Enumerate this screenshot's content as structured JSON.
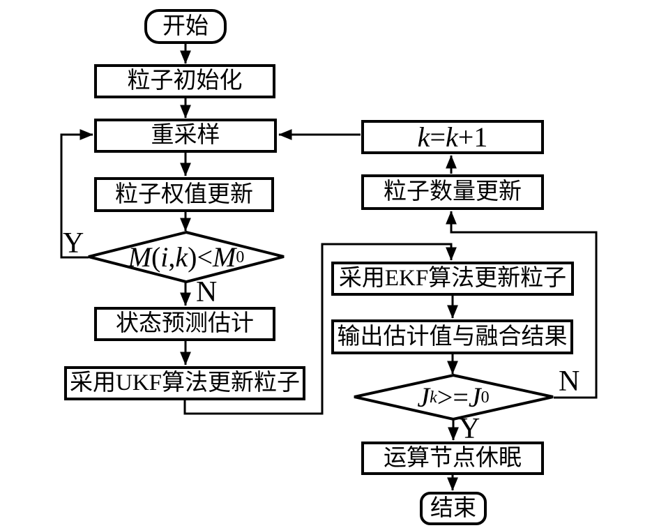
{
  "colors": {
    "ink": "#000000",
    "paper": "#ffffff"
  },
  "nodes": {
    "start": {
      "label": "开始"
    },
    "init": {
      "label": "粒子初始化"
    },
    "resample": {
      "label": "重采样"
    },
    "weight_update": {
      "label": "粒子权值更新"
    },
    "decision_resample": {
      "parts": [
        {
          "t": "M",
          "style": "it"
        },
        {
          "t": "(",
          "style": "up"
        },
        {
          "t": "i",
          "style": "it"
        },
        {
          "t": ",",
          "style": "up"
        },
        {
          "t": "k",
          "style": "it"
        },
        {
          "t": ")<",
          "style": "up"
        },
        {
          "t": "M",
          "style": "it"
        },
        {
          "t": "0",
          "style": "sub"
        }
      ]
    },
    "state_predict": {
      "label": "状态预测估计"
    },
    "ukf_update": {
      "label": "采用UKF算法更新粒子"
    },
    "k_increment": {
      "parts": [
        {
          "t": "k",
          "style": "it"
        },
        {
          "t": "=",
          "style": "up"
        },
        {
          "t": "k",
          "style": "it"
        },
        {
          "t": "+1",
          "style": "up"
        }
      ]
    },
    "particle_count_update": {
      "label": "粒子数量更新"
    },
    "ekf_update": {
      "label": "采用EKF算法更新粒子"
    },
    "output_fusion": {
      "label": "输出估计值与融合结果"
    },
    "decision_sleep": {
      "parts": [
        {
          "t": "J",
          "style": "it"
        },
        {
          "t": "k",
          "style": "subit"
        },
        {
          "t": " >=",
          "style": "up"
        },
        {
          "t": "J",
          "style": "it"
        },
        {
          "t": "0",
          "style": "sub"
        }
      ]
    },
    "node_sleep": {
      "label": "运算节点休眠"
    },
    "end": {
      "label": "结束"
    }
  },
  "edge_labels": {
    "decision_resample_yes": "Y",
    "decision_resample_no": "N",
    "decision_sleep_no": "N",
    "decision_sleep_yes": "Y"
  }
}
